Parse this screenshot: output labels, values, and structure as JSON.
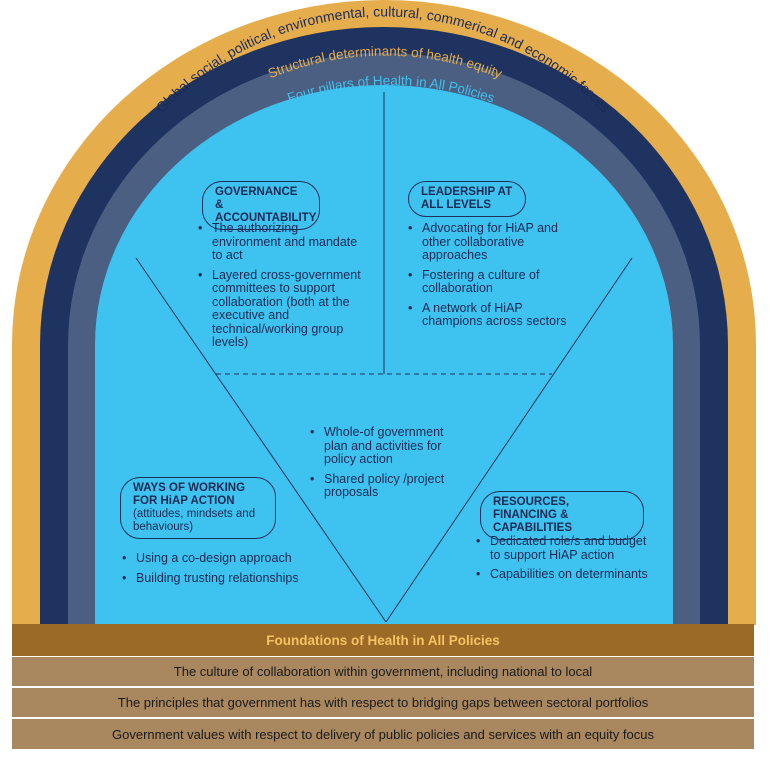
{
  "arcs": {
    "outer": "Global social, political, environmental, cultural, commerical and economic forces",
    "middle": "Structural determinants of health equity",
    "inner": "Four pillars of Health in All Policies"
  },
  "pillars": {
    "governance": {
      "title": "GOVERNANCE & ACCOUNTABILITY",
      "bullets": [
        "The authorizing environment and mandate to act",
        "Layered cross-government committees to support collaboration (both at the executive and technical/working group levels)"
      ]
    },
    "leadership": {
      "title": "LEADERSHIP AT ALL LEVELS",
      "bullets": [
        "Advocating for HiAP and other collaborative approaches",
        "Fostering a culture of collaboration",
        "A network of HiAP champions across sectors"
      ]
    },
    "center": {
      "bullets": [
        "Whole-of government plan and activities for policy action",
        "Shared policy /project proposals"
      ]
    },
    "ways": {
      "title": "WAYS OF WORKING FOR HiAP ACTION",
      "subtitle": "(attitudes, mindsets and behaviours)",
      "bullets": [
        "Using a co-design approach",
        "Building trusting relationships"
      ]
    },
    "resources": {
      "title": "RESOURCES, FINANCING & CAPABILITIES",
      "bullets": [
        "Dedicated role/s and budget to support HiAP action",
        "Capabilities on determinants"
      ]
    }
  },
  "foundations": {
    "title": "Foundations of Health in All Policies",
    "rows": [
      "The culture of collaboration within government, including national to local",
      "The principles that government has with respect to bridging gaps between sectoral portfolios",
      "Government values with respect to delivery of public policies and services with an equity focus"
    ]
  },
  "colors": {
    "gold": "#e6ad4c",
    "navy": "#1f3361",
    "slate": "#4a5f82",
    "sky": "#3ec2ef",
    "text_navy": "#1b2a55",
    "foundation_title_bg": "#9c6a27",
    "foundation_row_bg": "#a9875f"
  }
}
